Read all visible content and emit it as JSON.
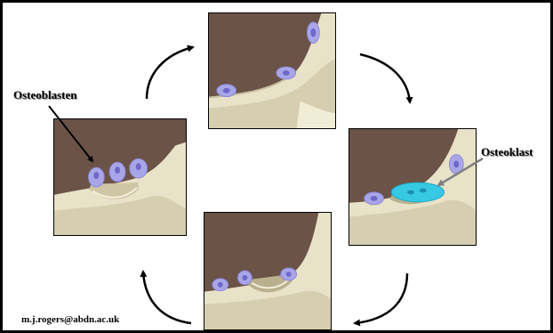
{
  "labels": {
    "osteoblast": "Osteoblasten",
    "osteoclast": "Osteoklast"
  },
  "credit": "m.j.rogers@abdn.ac.uk",
  "colors": {
    "background": "#6b5348",
    "bone": "#e8e2c9",
    "bone_shadow": "#c9c1a1",
    "osteoblast_cell": "#a9a6e8",
    "osteoblast_nucleus": "#6d68c9",
    "osteoclast_cell": "#37c8e4",
    "arrow": "#000000"
  },
  "icons": {
    "cycle_arrows": "curved-arrow-icon",
    "pointer_arrows": "leader-arrow-icon"
  }
}
